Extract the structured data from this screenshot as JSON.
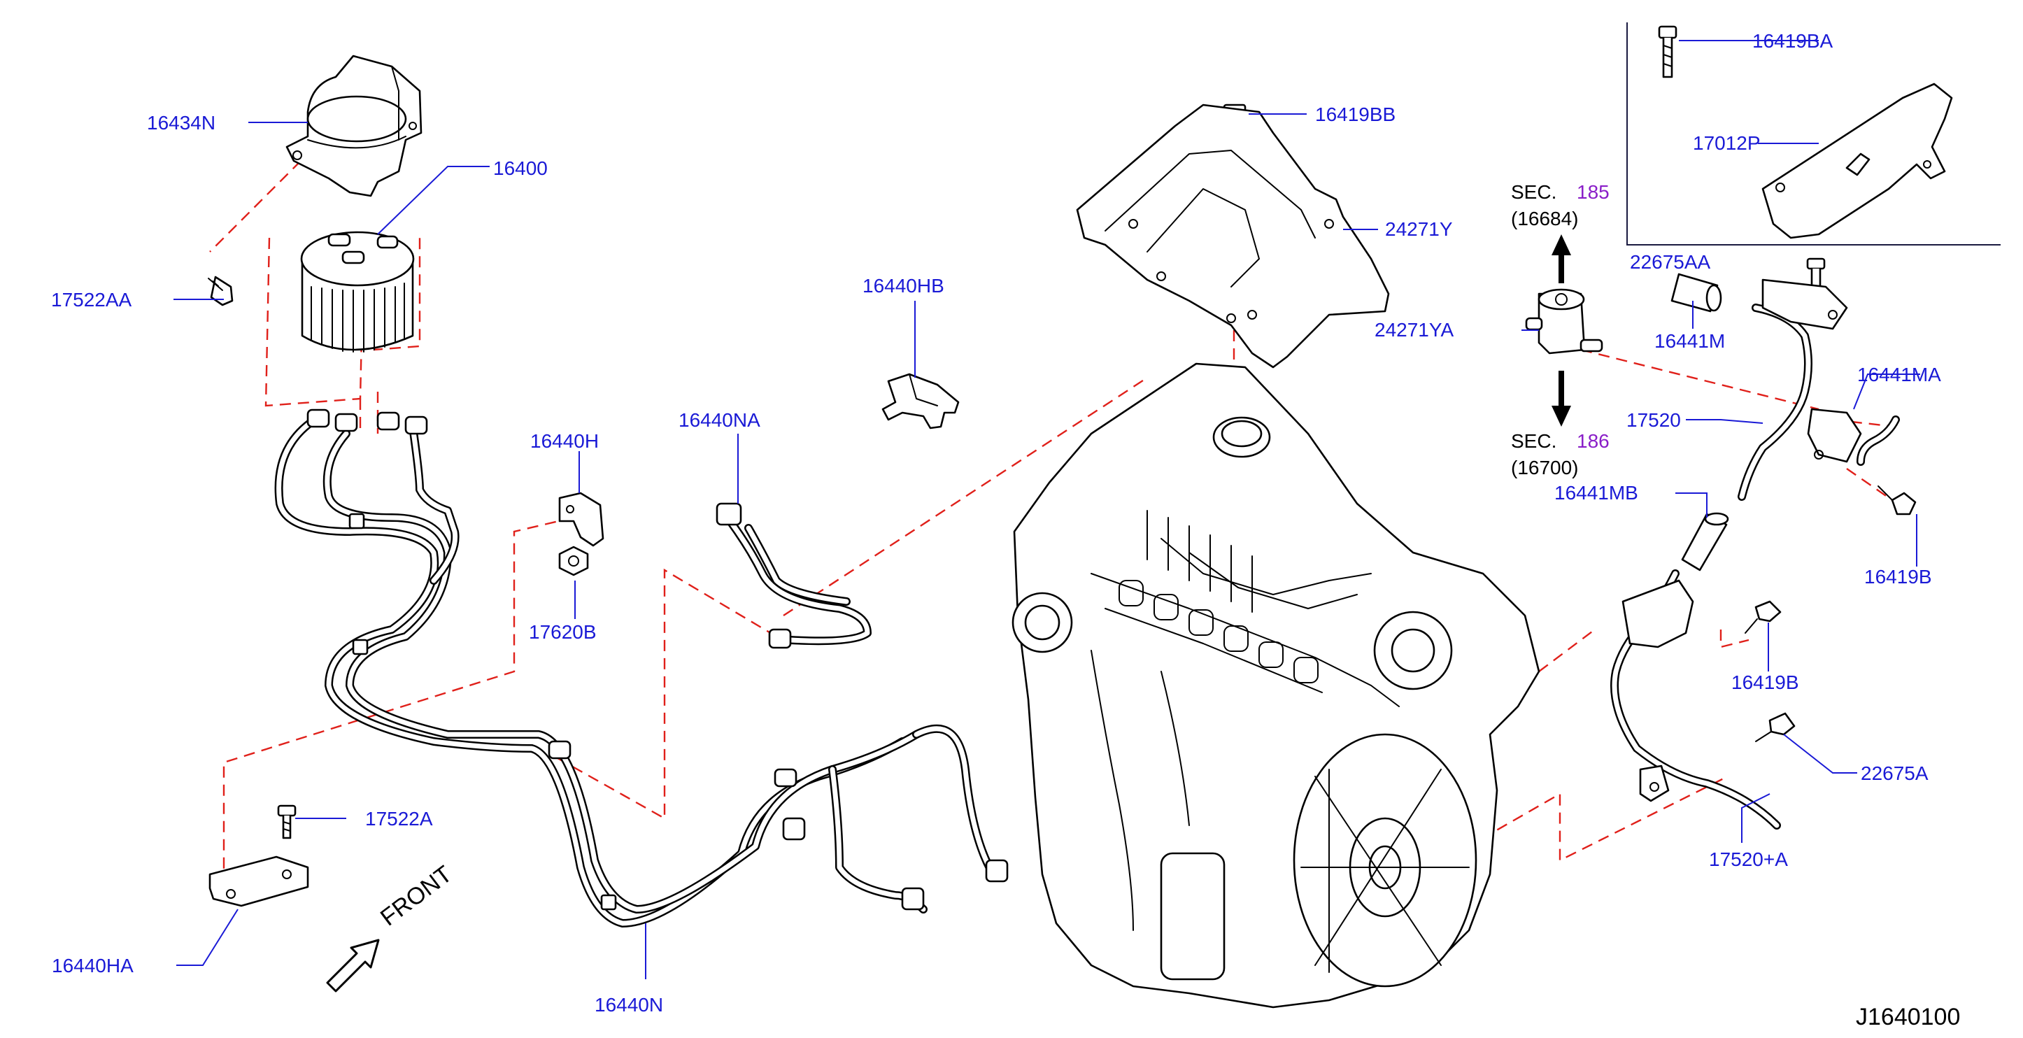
{
  "diagram_id": "J1640100",
  "front_label": "FRONT",
  "sections": [
    {
      "prefix": "SEC.",
      "number": "185",
      "ref": "(16684)"
    },
    {
      "prefix": "SEC.",
      "number": "186",
      "ref": "(16700)"
    }
  ],
  "parts": {
    "p16434N": "16434N",
    "p16400": "16400",
    "p17522AA": "17522AA",
    "p16440HB": "16440HB",
    "p16440NA": "16440NA",
    "p16440H": "16440H",
    "p17620B": "17620B",
    "p17522A": "17522A",
    "p16440HA": "16440HA",
    "p16440N": "16440N",
    "p16419BB": "16419BB",
    "p24271Y": "24271Y",
    "p24271YA": "24271YA",
    "p16419BA": "16419BA",
    "p17012P": "17012P",
    "p22675AA": "22675AA",
    "p16441M": "16441M",
    "p16441MA": "16441MA",
    "p17520": "17520",
    "p16441MB": "16441MB",
    "p16419B_1": "16419B",
    "p16419B_2": "16419B",
    "p22675A": "22675A",
    "p17520A": "17520+A"
  }
}
